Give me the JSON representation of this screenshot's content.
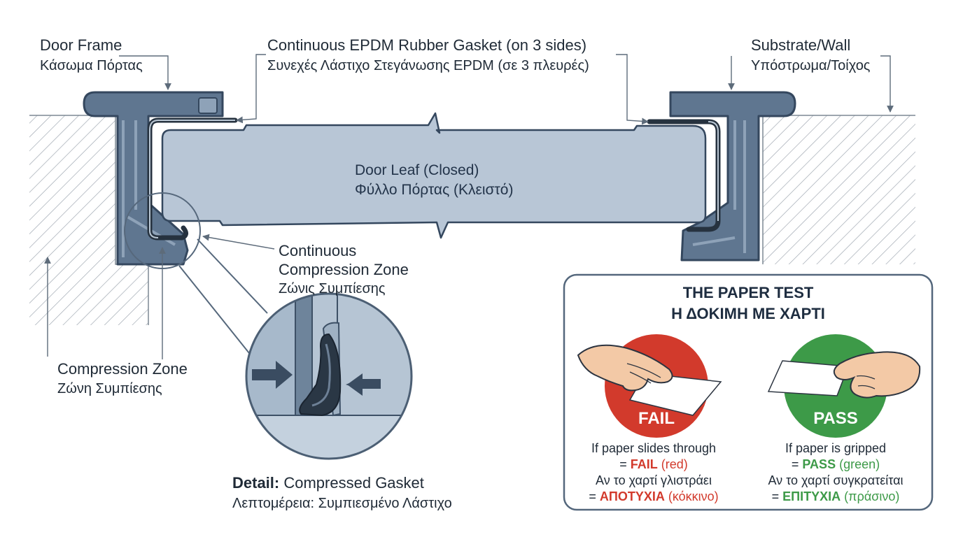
{
  "labels": {
    "door_frame": {
      "en": "Door Frame",
      "gr": "Κάσωμα Πόρτας"
    },
    "gasket": {
      "en": "Continuous EPDM Rubber Gasket (on 3 sides)",
      "gr": "Συνεχές Λάστιχο Στεγάνωσης EPDM (σε 3 πλευρές)"
    },
    "substrate": {
      "en": "Substrate/Wall",
      "gr": "Υπόστρωμα/Τοίχος"
    },
    "door_leaf": {
      "en": "Door Leaf (Closed)",
      "gr": "Φύλλο Πόρτας (Κλειστό)"
    },
    "continuous_zone": {
      "line1": "Continuous",
      "line2": "Compression Zone",
      "gr": "Ζώνις Συμπίεσης"
    },
    "compression_zone": {
      "en": "Compression Zone",
      "gr": "Ζώνη Συμπίεσης"
    },
    "detail": {
      "bold": "Detail:",
      "rest": " Compressed Gasket",
      "gr": "Λεπτομέρεια: Συμπιεσμένο Λάστιχο"
    }
  },
  "paper_test": {
    "title_en": "THE PAPER TEST",
    "title_gr": "Η ΔΟΚΙΜΗ ΜΕ ΧΑΡΤΙ",
    "fail": {
      "badge": "FAIL",
      "condition_en": "If paper slides through",
      "result_prefix": "= ",
      "result_en": "FAIL",
      "color_en": " (red)",
      "condition_gr": "Αν το χαρτί γλιστράει",
      "result_gr": "ΑΠΟΤΥΧΙΑ",
      "color_gr": " (κόκκινο)"
    },
    "pass": {
      "badge": "PASS",
      "condition_en": "If paper is gripped",
      "result_prefix": "= ",
      "result_en": "PASS",
      "color_en": " (green)",
      "condition_gr": "Αν το χαρτί συγκρατείται",
      "result_gr": "ΕΠΙΤΥΧΙΑ",
      "color_gr": " (πράσινο)"
    }
  },
  "colors": {
    "frame": "#5f7690",
    "frame_dark": "#34475e",
    "leaf": "#b8c6d6",
    "gasket": "#26323f",
    "fail": "#d23a2c",
    "pass": "#3d9a48"
  },
  "icons": [
    "hand-sliding-paper-icon",
    "hand-gripping-paper-icon",
    "arrow-right-icon",
    "arrow-left-icon"
  ]
}
